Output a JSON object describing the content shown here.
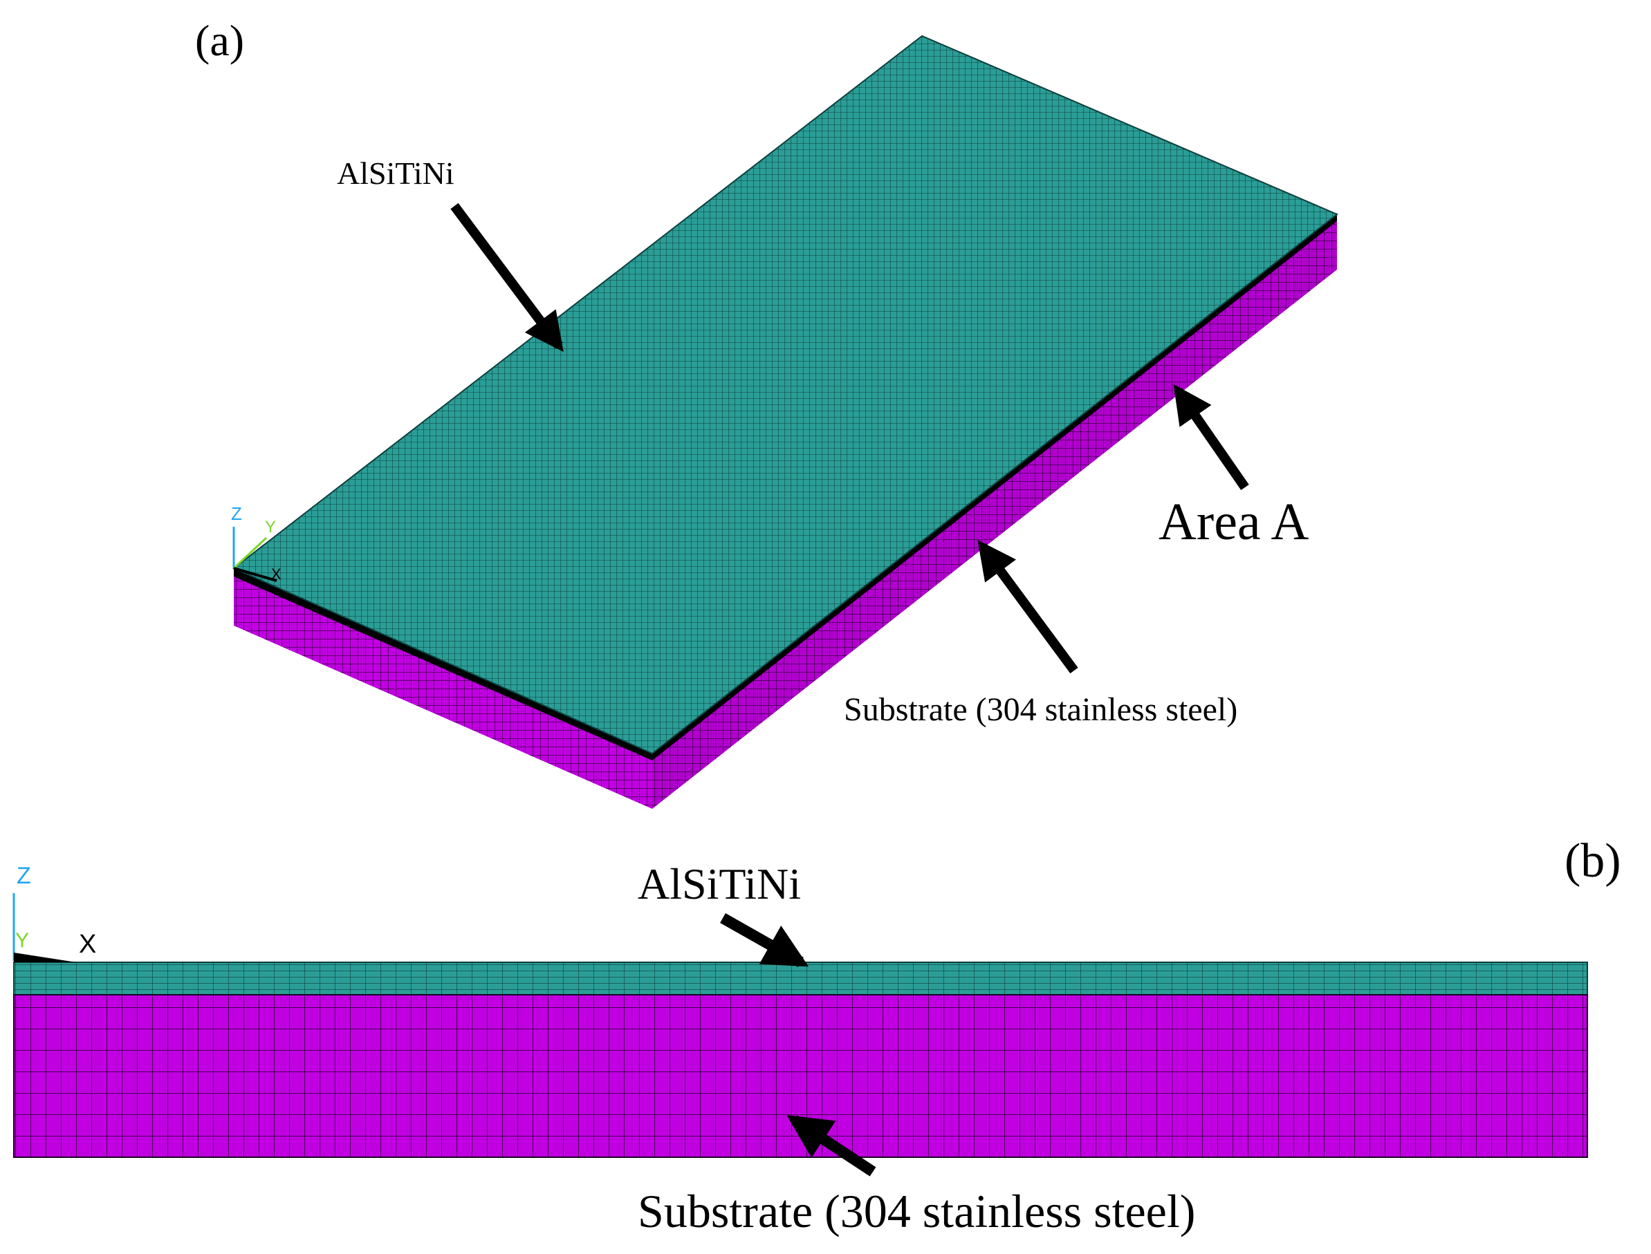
{
  "panel_a": {
    "panel_label": "(a)",
    "coating_label": "AlSiTiNi",
    "area_label": "Area A",
    "substrate_label": "Substrate (304 stainless steel)",
    "triad": {
      "z_label": "Z",
      "y_label": "Y",
      "x_label": "X"
    }
  },
  "panel_b": {
    "panel_label": "(b)",
    "coating_label": "AlSiTiNi",
    "substrate_label": "Substrate (304 stainless steel)",
    "triad": {
      "z_label": "Z",
      "y_label": "Y",
      "x_label": "X"
    }
  },
  "colors": {
    "coating": "#2a9d96",
    "coating_dark": "#0f5a55",
    "substrate": "#c000e0",
    "mesh_line": "#000000",
    "axis_z": "#22a6f0",
    "axis_y": "#7bd62e"
  }
}
